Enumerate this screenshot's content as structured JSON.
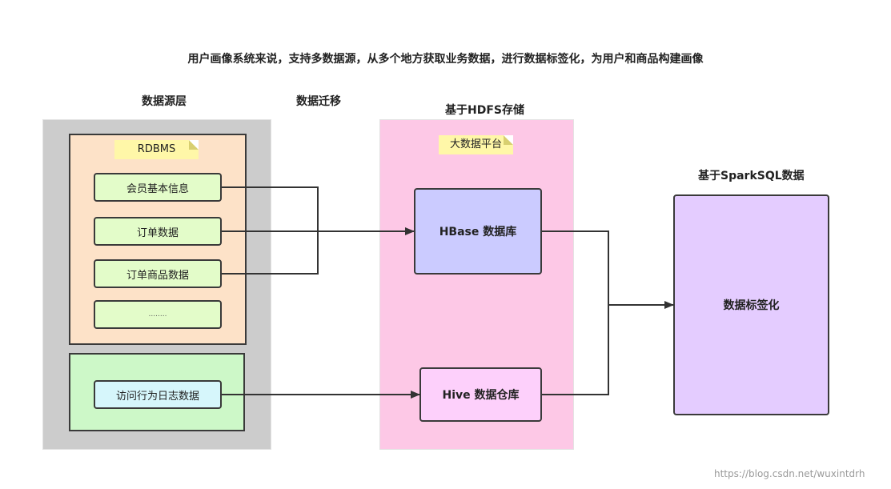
{
  "title": "用户画像系统来说，支持多数据源，从多个地方获取业务数据，进行数据标签化，为用户和商品构建画像",
  "sections": {
    "source_layer": "数据源层",
    "migration": "数据迁移",
    "hdfs": "基于HDFS存储",
    "sparksql": "基于SparkSQL数据"
  },
  "rdbms": {
    "label": "RDBMS",
    "items": [
      "会员基本信息",
      "订单数据",
      "订单商品数据",
      "........"
    ]
  },
  "log": {
    "item": "访问行为日志数据"
  },
  "platform": {
    "label": "大数据平台",
    "hbase": "HBase 数据库",
    "hive": "Hive 数据仓库"
  },
  "tagging": "数据标签化",
  "watermark": "https://blog.csdn.net/wuxintdrh",
  "colors": {
    "source_panel": "#cccccc",
    "rdbms_fill": "#fde2c8",
    "log_fill": "#cdf8c8",
    "item_fill": "#e3fcc9",
    "log_item_fill": "#d6f6fb",
    "platform_fill": "#fdc8e6",
    "hbase_fill": "#cbcbff",
    "hive_fill": "#fdd0fb",
    "tagging_fill": "#e4ccff",
    "note_fill": "#fff7a8"
  }
}
